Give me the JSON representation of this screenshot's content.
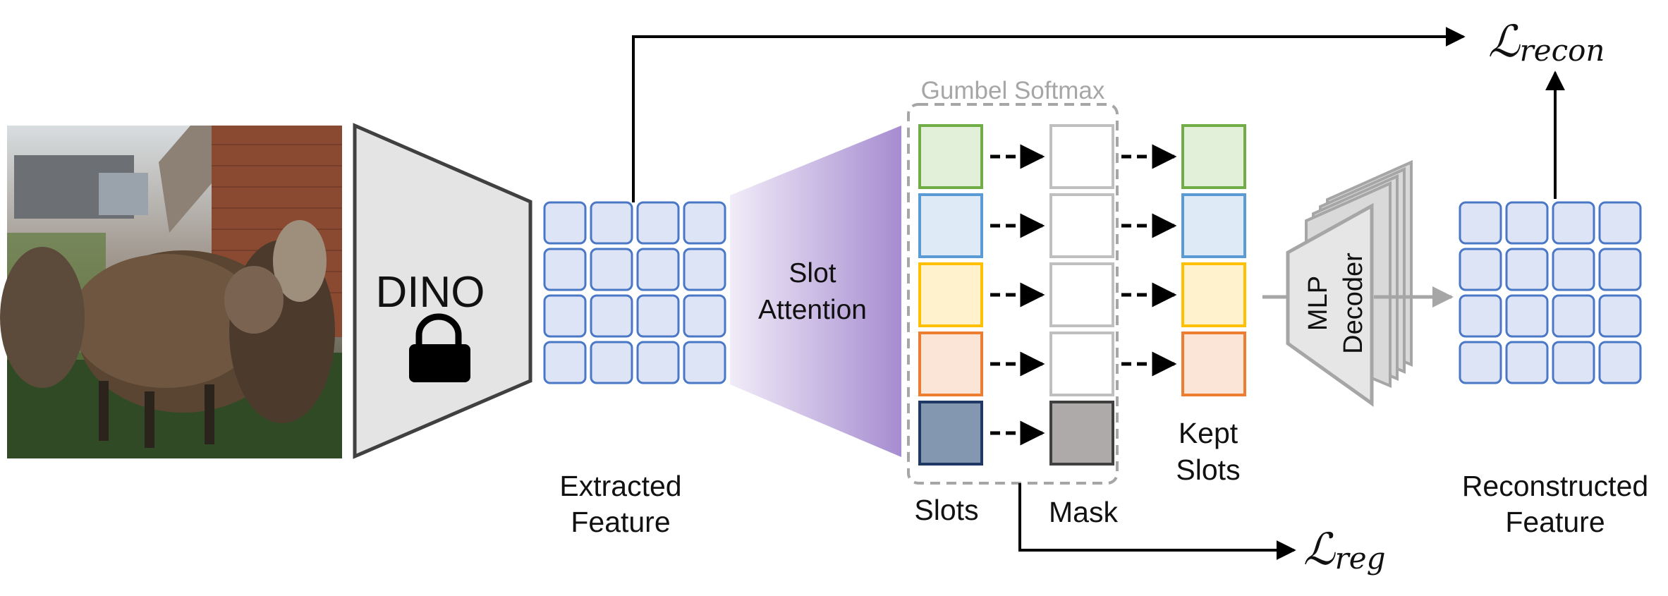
{
  "labels": {
    "dino": "DINO",
    "slot_attention_line1": "Slot",
    "slot_attention_line2": "Attention",
    "gumbel": "Gumbel Softmax",
    "extracted_line1": "Extracted",
    "extracted_line2": "Feature",
    "slots": "Slots",
    "mask": "Mask",
    "kept_line1": "Kept",
    "kept_line2": "Slots",
    "mlp_line1": "MLP",
    "mlp_line2": "Decoder",
    "reconstructed_line1": "Reconstructed",
    "reconstructed_line2": "Feature"
  },
  "losses": {
    "recon": {
      "symbol": "ℒ",
      "subscript": "recon"
    },
    "reg": {
      "symbol": "ℒ",
      "subscript": "reg"
    }
  },
  "icons": {
    "lock": "lock-icon",
    "photo": "sheep-photo"
  },
  "colors": {
    "grid_fill": "#dce4f5",
    "grid_stroke": "#4a78c6",
    "slot_colors": [
      {
        "fill": "#e2f0d9",
        "stroke": "#70ad47"
      },
      {
        "fill": "#deebf7",
        "stroke": "#5b9bd5"
      },
      {
        "fill": "#fff2cc",
        "stroke": "#ffc000"
      },
      {
        "fill": "#fbe5d6",
        "stroke": "#ed7d31"
      },
      {
        "fill": "#8497b0",
        "stroke": "#1f3864"
      }
    ],
    "slot_attention_gradient": [
      "#f1ecf8",
      "#a68cd0"
    ],
    "dashed_box": "#a6a6a6",
    "masked_fill": "#aeaaaa"
  },
  "slots": {
    "kept": [
      true,
      true,
      true,
      true,
      false
    ]
  }
}
